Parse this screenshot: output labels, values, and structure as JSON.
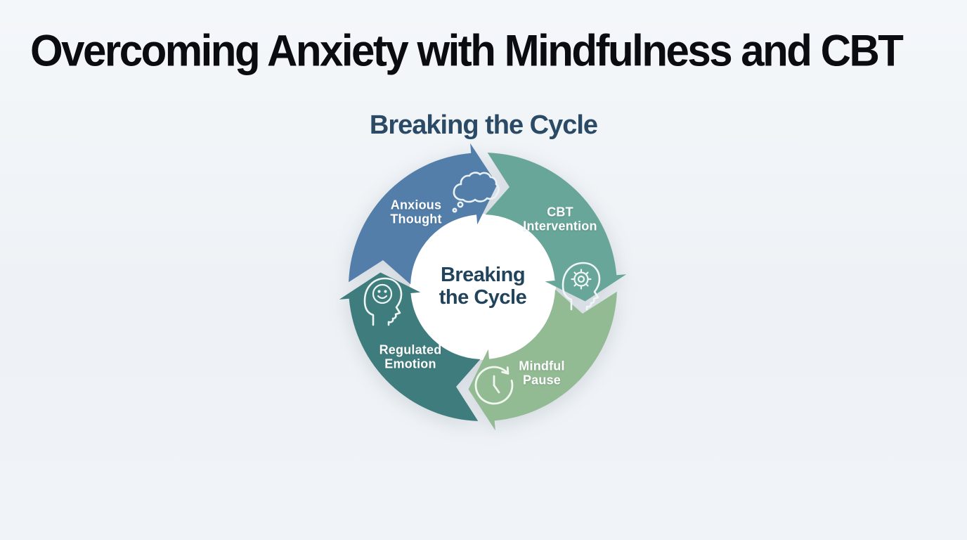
{
  "page": {
    "title": "Overcoming Anxiety with Mindfulness and CBT"
  },
  "diagram": {
    "heading": "Breaking the Cycle",
    "center": {
      "line1": "Breaking",
      "line2": "the Cycle"
    },
    "segments": [
      {
        "id": "anxious-thought",
        "label_line1": "Anxious",
        "label_line2": "Thought",
        "icon": "thought-cloud-icon",
        "color": "#527ea9"
      },
      {
        "id": "cbt-intervention",
        "label_line1": "CBT",
        "label_line2": "Intervention",
        "icon": "head-gear-icon",
        "color": "#68a69a"
      },
      {
        "id": "mindful-pause",
        "label_line1": "Mindful",
        "label_line2": "Pause",
        "icon": "clock-cycle-icon",
        "color": "#93bb93"
      },
      {
        "id": "regulated-emotion",
        "label_line1": "Regulated",
        "label_line2": "Emotion",
        "icon": "head-smile-icon",
        "color": "#3f7c7e"
      }
    ],
    "flow_order": [
      "Anxious Thought",
      "CBT Intervention",
      "Mindful Pause",
      "Regulated Emotion"
    ],
    "center_circle_color": "#ffffff"
  },
  "colors": {
    "background": "#eef2f6",
    "title_text": "#0b0c11",
    "heading_text": "#2b4a66",
    "center_text": "#21445c",
    "segment_label_text": "#ffffff",
    "icon_stroke": "#f2f8fa"
  }
}
